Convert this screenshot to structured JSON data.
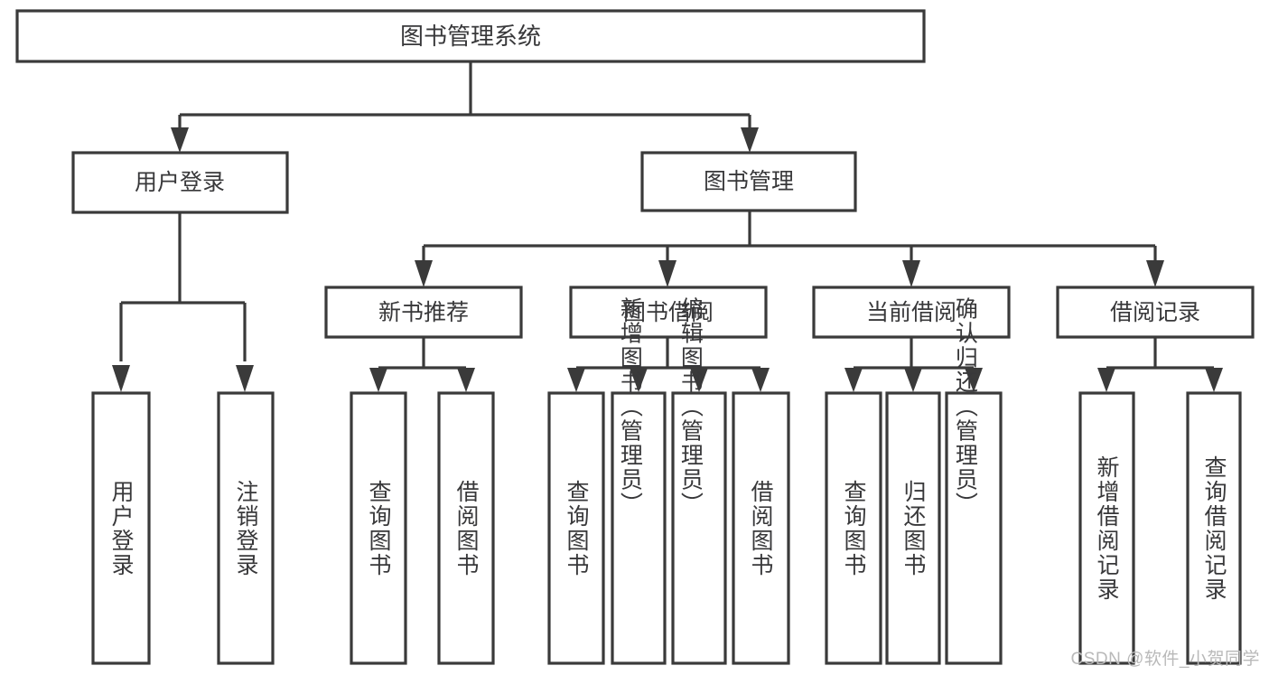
{
  "diagram": {
    "title": "图书管理系统",
    "watermark": "CSDN @软件_小贺同学",
    "colors": {
      "stroke": "#3a3a3a",
      "text": "#38383a",
      "background": "#ffffff",
      "watermark": "#b9b9b9"
    },
    "root": {
      "label": "图书管理系统"
    },
    "level2": [
      {
        "label": "用户登录"
      },
      {
        "label": "图书管理"
      }
    ],
    "level3": [
      {
        "label": "新书推荐"
      },
      {
        "label": "图书借阅"
      },
      {
        "label": "当前借阅"
      },
      {
        "label": "借阅记录"
      }
    ],
    "leaves": {
      "user_login": [
        {
          "label": "用户登录"
        },
        {
          "label": "注销登录"
        }
      ],
      "new_book_recommend": [
        {
          "label": "查询图书"
        },
        {
          "label": "借阅图书"
        }
      ],
      "book_borrow": [
        {
          "label": "查询图书"
        },
        {
          "label": "新增图书（管理员）"
        },
        {
          "label": "编辑图书（管理员）"
        },
        {
          "label": "借阅图书"
        }
      ],
      "current_borrow": [
        {
          "label": "查询图书"
        },
        {
          "label": "归还图书"
        },
        {
          "label": "确认归还（管理员）"
        }
      ],
      "borrow_record": [
        {
          "label": "新增借阅记录"
        },
        {
          "label": "查询借阅记录"
        }
      ]
    }
  }
}
